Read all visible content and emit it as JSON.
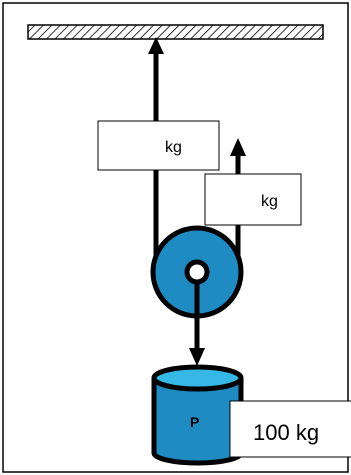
{
  "diagram": {
    "tension_box_1": {
      "unit": "kg"
    },
    "tension_box_2": {
      "unit": "kg"
    },
    "weight_label": "P",
    "weight_value": "100 kg"
  },
  "colors": {
    "pulley_fill": "#1e8bc3",
    "weight_fill": "#1e8bc3",
    "weight_top": "#36b8e6",
    "rope": "#000000",
    "outline": "#000000",
    "background": "#ffffff"
  }
}
